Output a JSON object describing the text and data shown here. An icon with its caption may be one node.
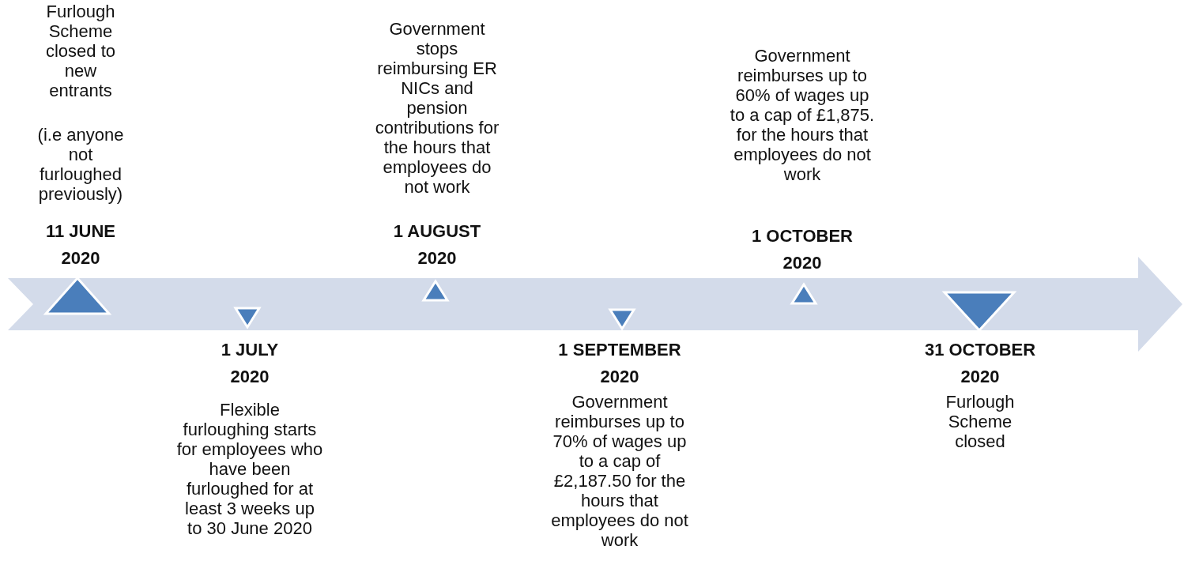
{
  "diagram": {
    "labels": [
      "Furlough Scheme closed to new entrants",
      "(i.e anyone not furloughed previously)",
      "11 JUNE 2020",
      "1 JULY 2020",
      "Flexible furloughing starts for employees who have been furloughed for at least 3 weeks up to 30 June 2020",
      "Government stops reimbursing ER NICs and pension contributions for the hours that employees do not work",
      "1 AUGUST 2020",
      "1 SEPTEMBER 2020",
      "Government reimburses up to 70% of wages up to a cap of £2,187.50 for the hours that employees do not work",
      "Government reimburses up to 60% of wages up to a cap of £1,875. for the hours that employees do not work",
      "1 OCTOBER 2020",
      "31 OCTOBER 2020",
      "Furlough Scheme closed"
    ]
  }
}
